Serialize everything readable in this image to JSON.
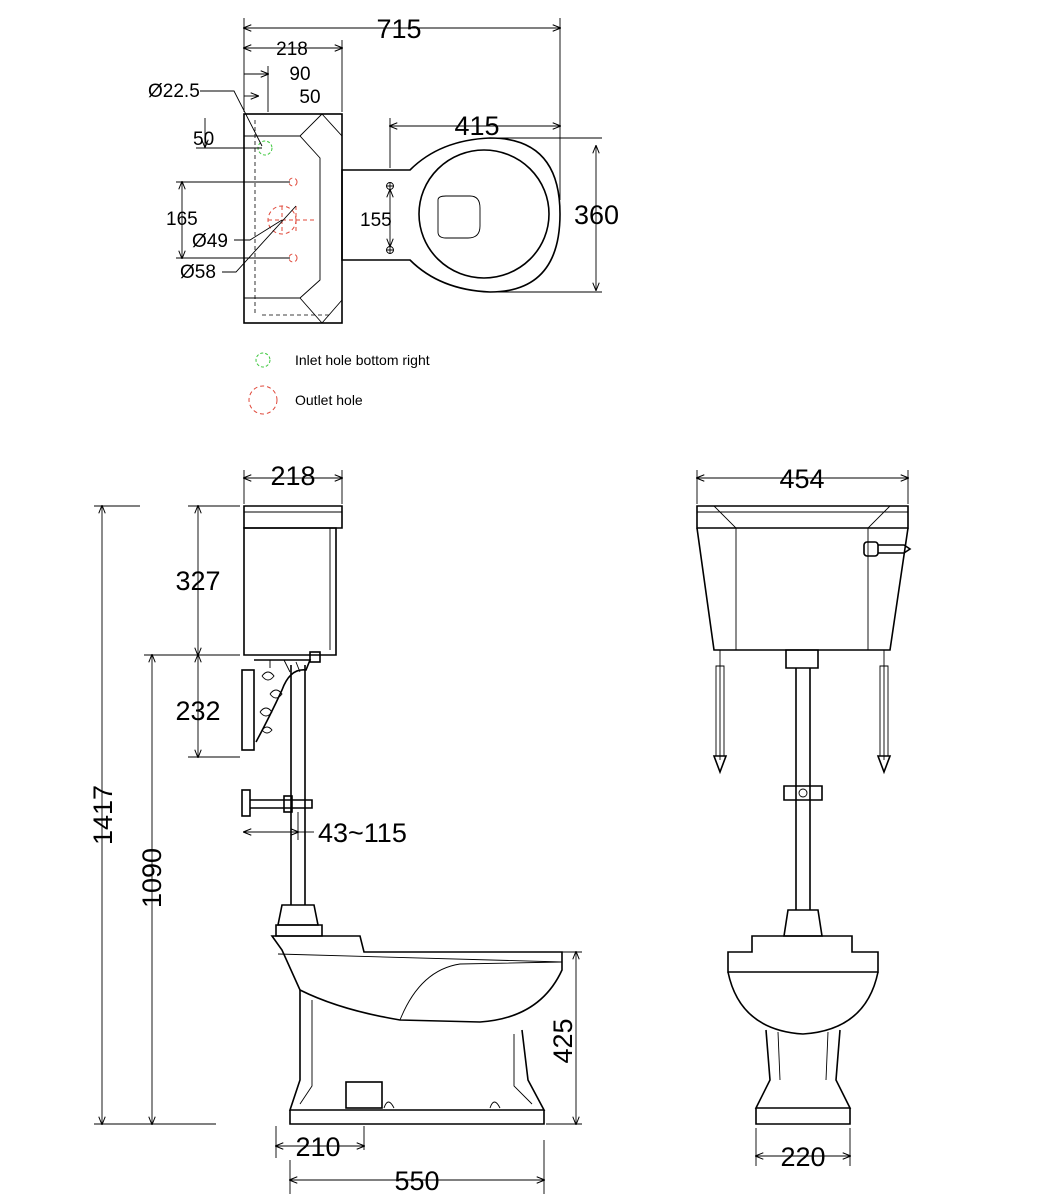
{
  "top_view": {
    "overall_width": "715",
    "cistern_depth": "218",
    "inlet_offset": "90",
    "hole_offset": "50",
    "inlet_diameter": "Ø22.5",
    "hole_from_top": "50",
    "hole_spacing": "165",
    "outlet_diameter_inner": "Ø49",
    "outlet_diameter_outer": "Ø58",
    "pan_length": "415",
    "fixing_spacing": "155",
    "pan_width": "360"
  },
  "legend": {
    "inlet_label": "Inlet hole bottom right",
    "outlet_label": "Outlet hole",
    "inlet_color": "#3ec83e",
    "outlet_color": "#e0483a"
  },
  "side_view": {
    "cistern_depth": "218",
    "cistern_height": "327",
    "bracket_height": "232",
    "overall_height": "1417",
    "cistern_base_height": "1090",
    "wall_offset": "43~115",
    "pan_height": "425",
    "pan_outlet_offset": "210",
    "pan_projection": "550"
  },
  "front_view": {
    "cistern_width": "454",
    "pedestal_width": "220"
  }
}
